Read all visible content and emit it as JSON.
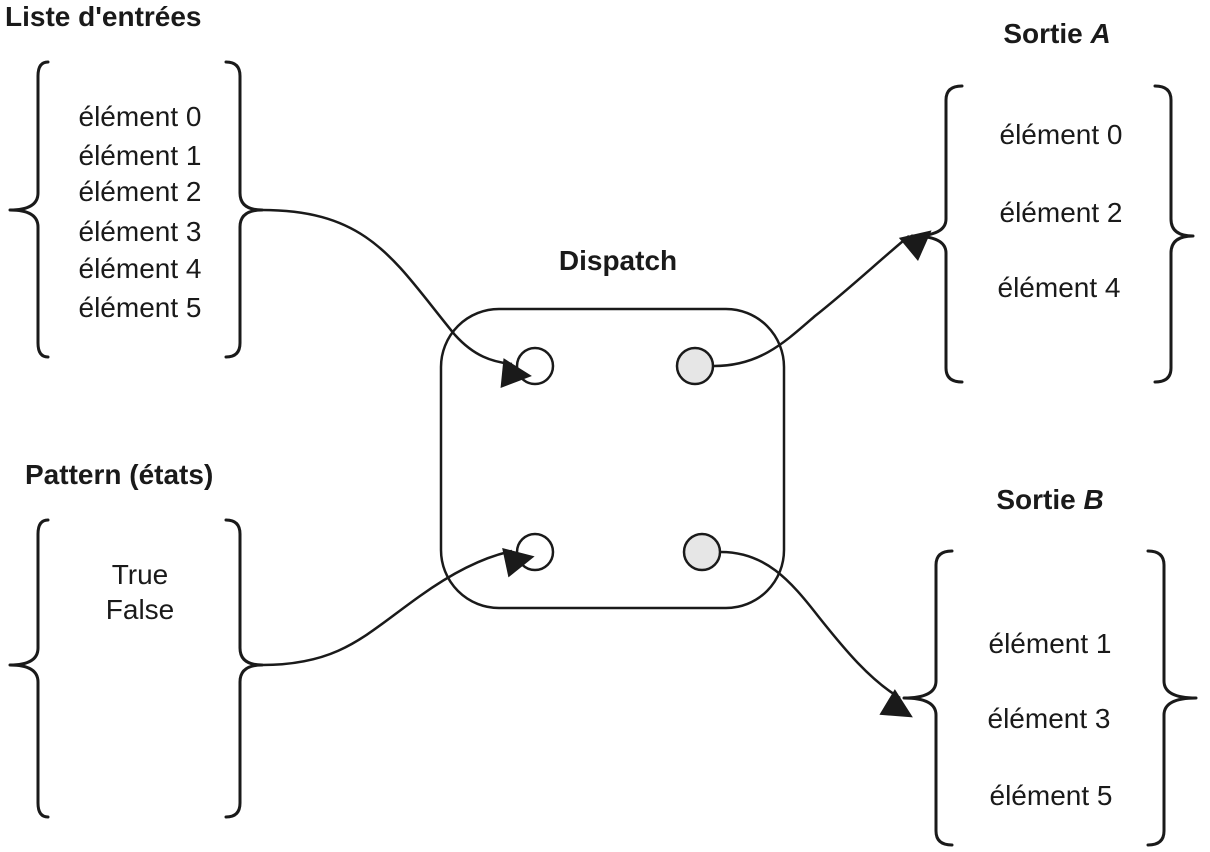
{
  "input_list": {
    "title": "Liste d'entrées",
    "items": [
      "élément 0",
      "élément 1",
      "élément 2",
      "élément 3",
      "élément 4",
      "élément 5"
    ]
  },
  "pattern": {
    "title": "Pattern (états)",
    "items": [
      "True",
      "False"
    ]
  },
  "dispatch": {
    "title": "Dispatch",
    "input_port_color": "#ffffff",
    "output_port_color": "#e6e6e6"
  },
  "output_a": {
    "title_prefix": "Sortie ",
    "title_letter": "A",
    "items": [
      "élément 0",
      "élément 2",
      "élément 4"
    ]
  },
  "output_b": {
    "title_prefix": "Sortie ",
    "title_letter": "B",
    "items": [
      "élément 1",
      "élément 3",
      "élément 5"
    ]
  }
}
